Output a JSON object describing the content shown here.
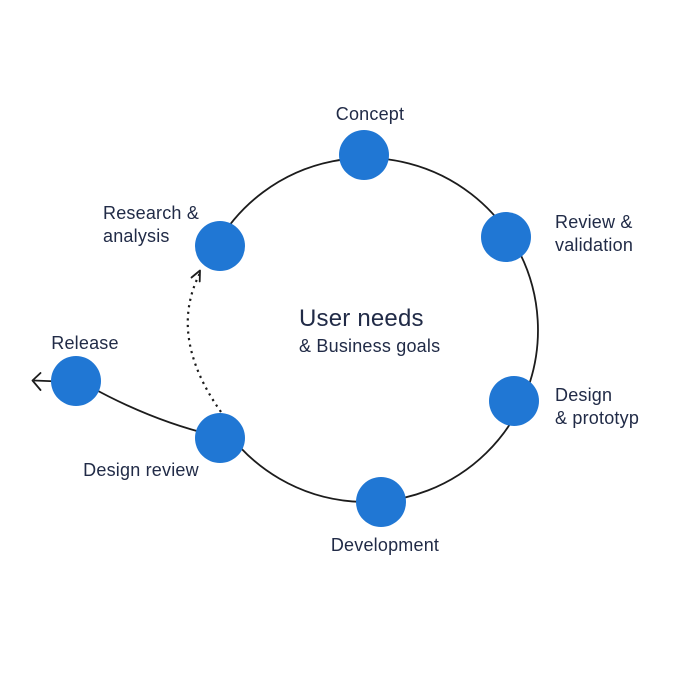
{
  "diagram": {
    "center": {
      "title": "User needs",
      "subtitle": "& Business goals"
    },
    "nodes": {
      "concept": {
        "label": "Concept"
      },
      "review_validation": {
        "label": "Review &\nvalidation"
      },
      "design_prototype": {
        "label": "Design\n& prototyp"
      },
      "development": {
        "label": "Development"
      },
      "design_review": {
        "label": "Design review"
      },
      "release": {
        "label": "Release"
      },
      "research_analysis": {
        "label": "Research &\nanalysis"
      }
    },
    "colors": {
      "node_fill": "#2077d4",
      "line": "#1c1c1c",
      "text": "#212b47",
      "background": "#ffffff"
    }
  }
}
